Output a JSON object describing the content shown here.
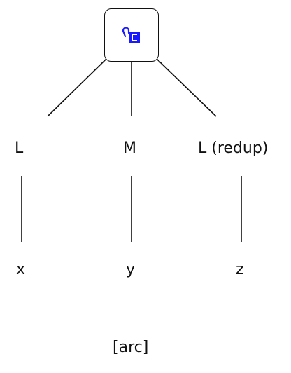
{
  "diagram": {
    "root": {
      "icon": "lock-box-icon"
    },
    "nodes": [
      {
        "label": "L"
      },
      {
        "label": "M"
      },
      {
        "label": "L (redup)"
      }
    ],
    "leaves": [
      {
        "label": "x"
      },
      {
        "label": "y"
      },
      {
        "label": "z"
      }
    ],
    "caption": "[arc]"
  },
  "colors": {
    "line": "#111111",
    "icon": "#1a1aff"
  }
}
